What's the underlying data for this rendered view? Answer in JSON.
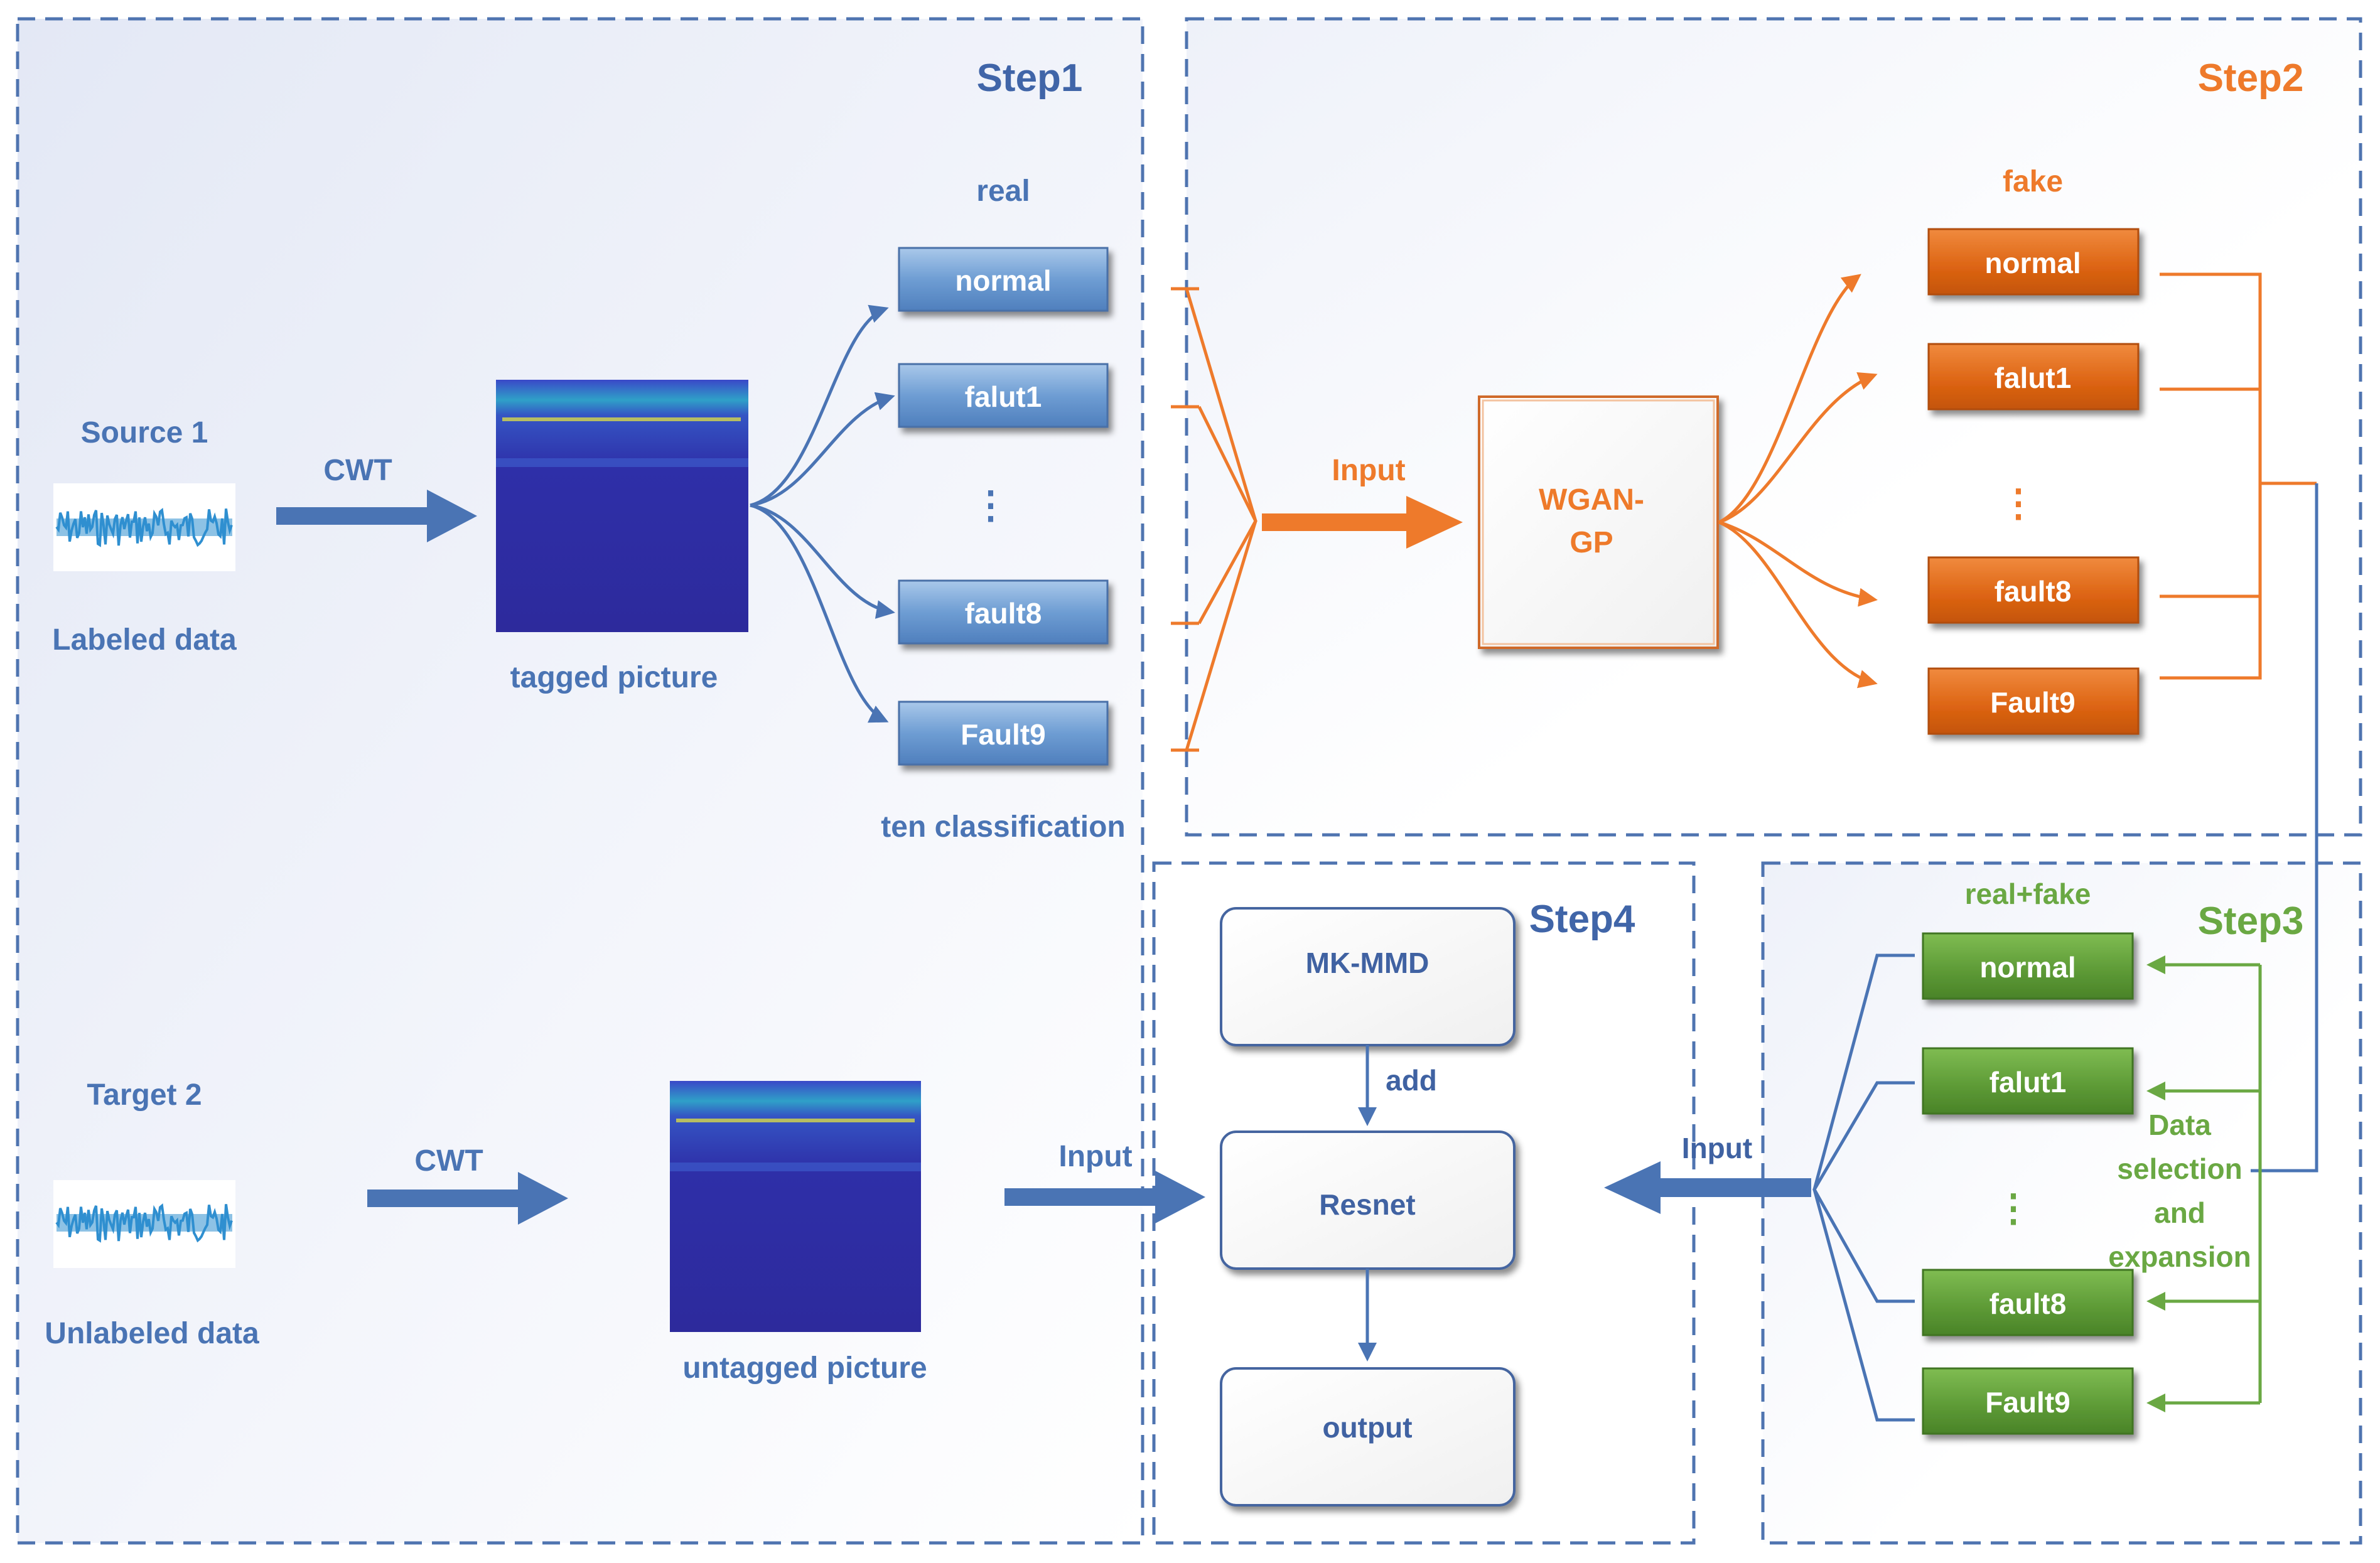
{
  "steps": {
    "step1": "Step1",
    "step2": "Step2",
    "step3": "Step3",
    "step4": "Step4"
  },
  "step1": {
    "source_label": "Source 1",
    "labeled_caption": "Labeled data",
    "cwt_top": "CWT",
    "tagged_caption": "tagged picture",
    "real_header": "real",
    "classes": [
      "normal",
      "falut1",
      "fault8",
      "Fault9"
    ],
    "ellipsis": "⋮",
    "ten_class_caption": "ten classification",
    "target_label": "Target 2",
    "unlabeled_caption": "Unlabeled data",
    "cwt_bottom": "CWT",
    "untagged_caption": "untagged picture",
    "input_bottom": "Input"
  },
  "step2": {
    "input_label": "Input",
    "wgan_line1": "WGAN-",
    "wgan_line2": "GP",
    "fake_header": "fake",
    "classes": [
      "normal",
      "falut1",
      "fault8",
      "Fault9"
    ],
    "ellipsis": "⋮"
  },
  "step3": {
    "header": "real+fake",
    "classes": [
      "normal",
      "falut1",
      "fault8",
      "Fault9"
    ],
    "ellipsis": "⋮",
    "selection_lines": [
      "Data",
      "selection",
      "and",
      "expansion"
    ],
    "input_label": "Input"
  },
  "step4": {
    "mkmmd": "MK-MMD",
    "add_label": "add",
    "resnet": "Resnet",
    "output": "output"
  },
  "colors": {
    "blue": "#4a74b4",
    "orange": "#ee7a2b",
    "green": "#6aa843",
    "box_blue": "#6a9ad0",
    "box_orange": "#e26a1b",
    "box_green": "#5e9a38",
    "spectrogram": "#2e2a9e"
  }
}
